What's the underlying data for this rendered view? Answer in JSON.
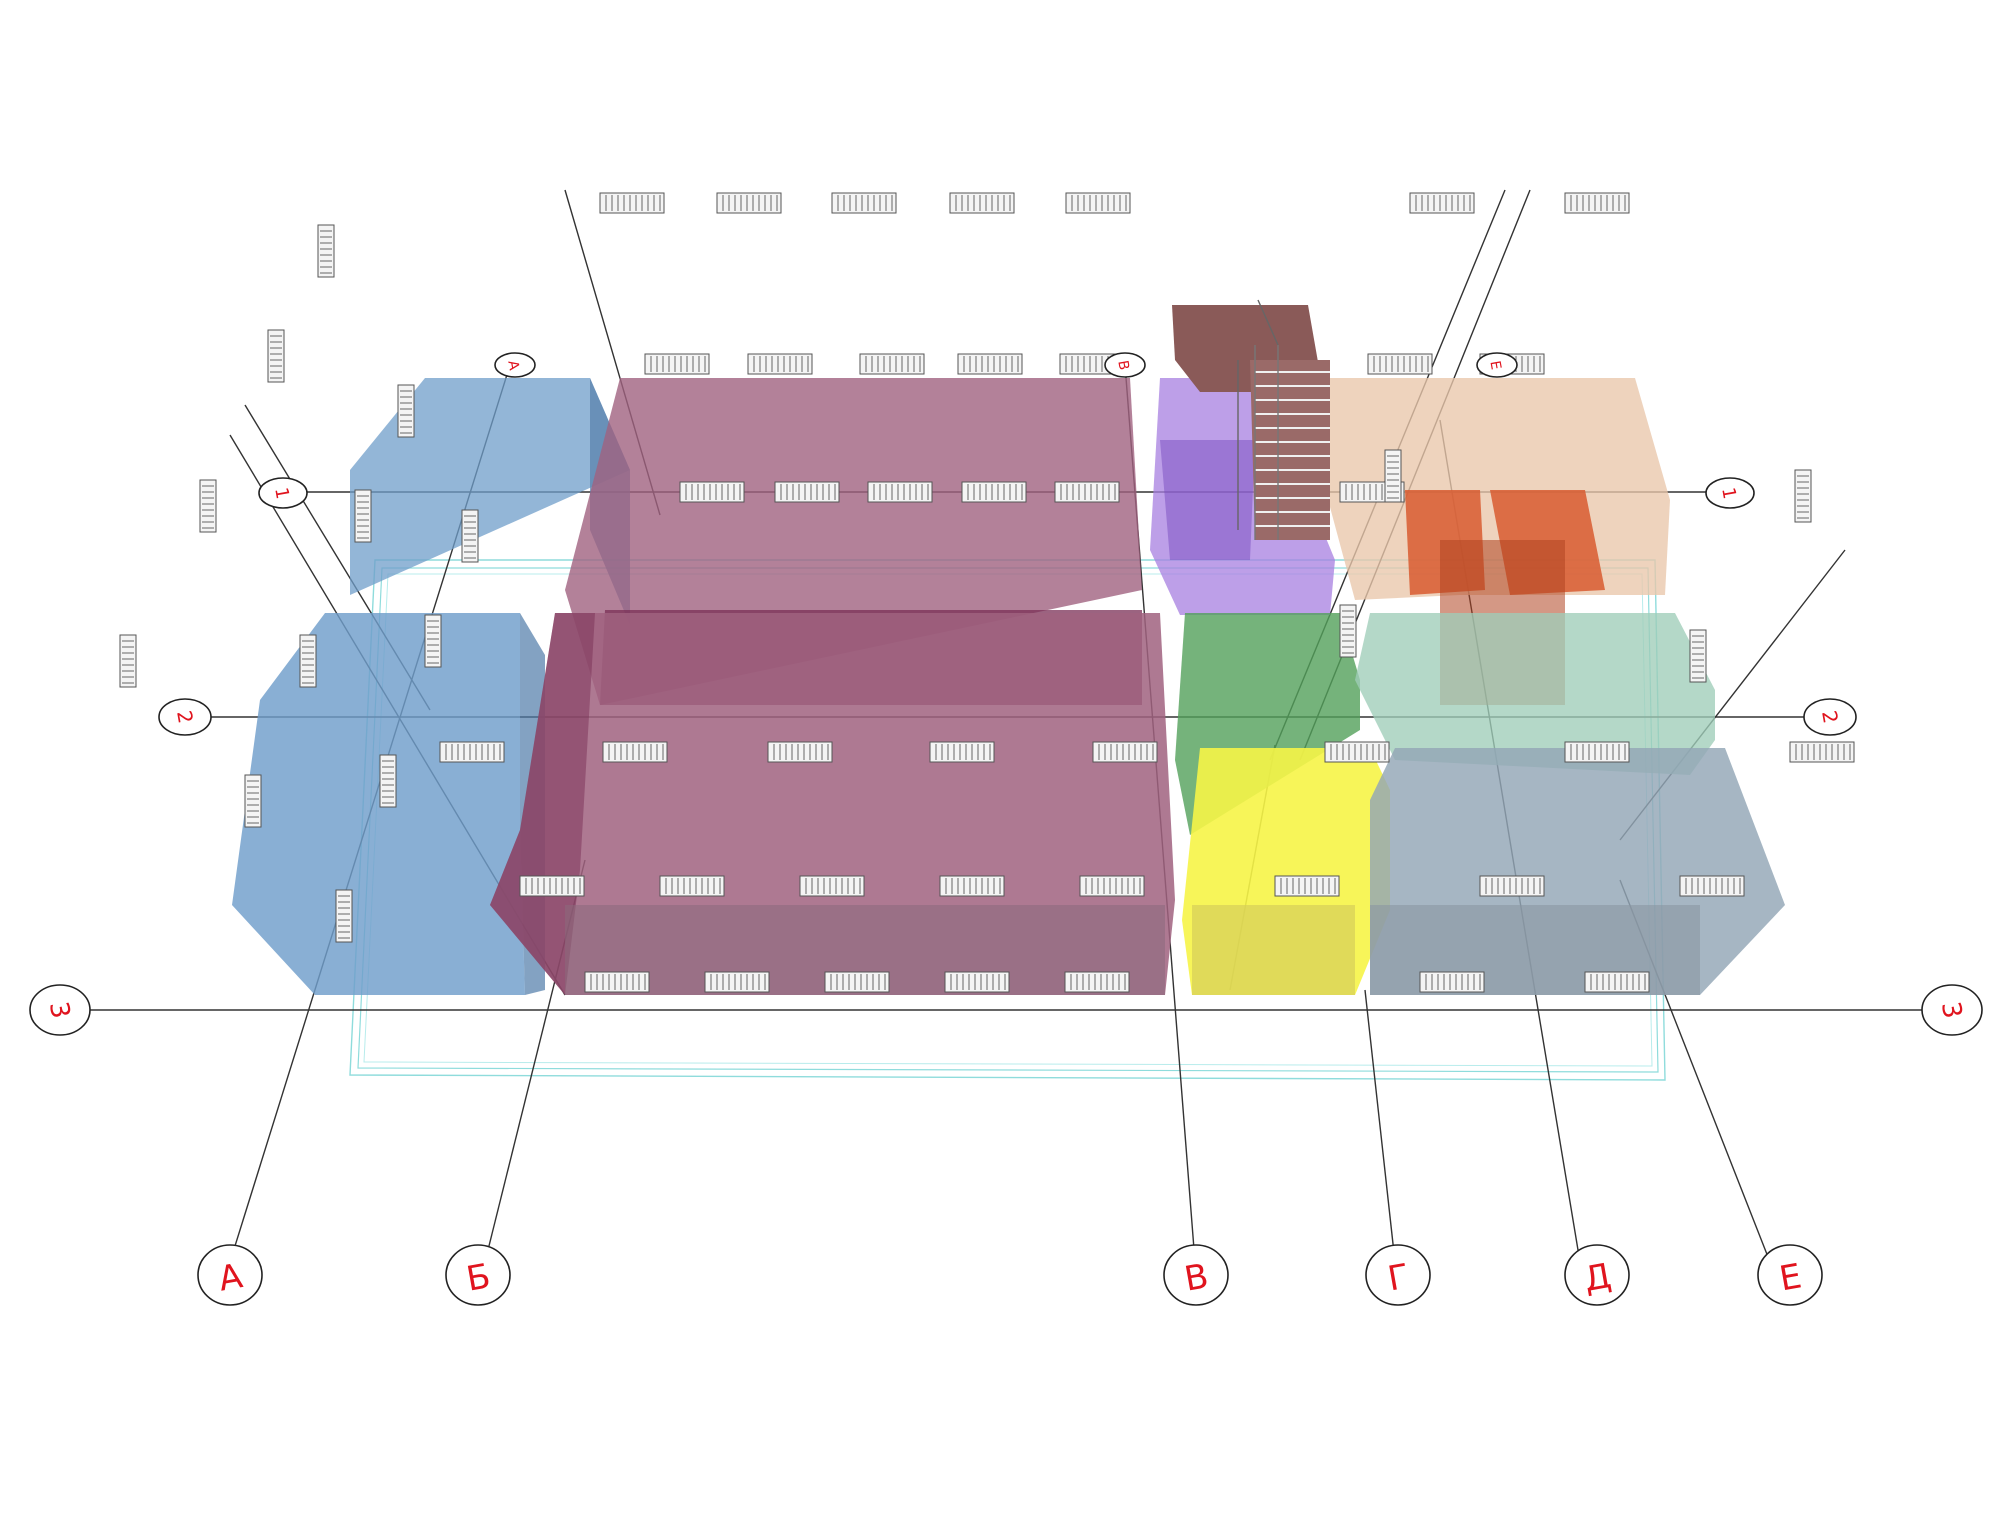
{
  "colors": {
    "axis_label": "#e0141e",
    "axis_line": "#333333",
    "blue_room": "#6f9dca",
    "magenta_room": "#a0627f",
    "dark_magenta": "#7a2f56",
    "violet_stair": "#a77fe0",
    "peach_room": "#e9c6aa",
    "orange_room": "#d85a30",
    "green_room": "#52a05a",
    "mint_room": "#9fcdb8",
    "yellow_room": "#f6f447",
    "grey_room": "#93a6b6",
    "stair_tread": "#8a5a58",
    "footprint": "#8fdcdc"
  },
  "axes": {
    "letters": [
      {
        "id": "A",
        "label": "А"
      },
      {
        "id": "B",
        "label": "Б"
      },
      {
        "id": "V",
        "label": "В"
      },
      {
        "id": "G",
        "label": "Г"
      },
      {
        "id": "D",
        "label": "Д"
      },
      {
        "id": "E",
        "label": "Е"
      }
    ],
    "upper_letters": [
      {
        "id": "A-top",
        "label": "А"
      },
      {
        "id": "V-top",
        "label": "В"
      },
      {
        "id": "E-top",
        "label": "Е"
      }
    ],
    "numbers": [
      {
        "id": "1",
        "label": "1"
      },
      {
        "id": "2",
        "label": "2"
      },
      {
        "id": "3",
        "label": "3"
      }
    ]
  },
  "icons": {
    "radiator": "radiator-icon",
    "staircase": "staircase-icon"
  }
}
